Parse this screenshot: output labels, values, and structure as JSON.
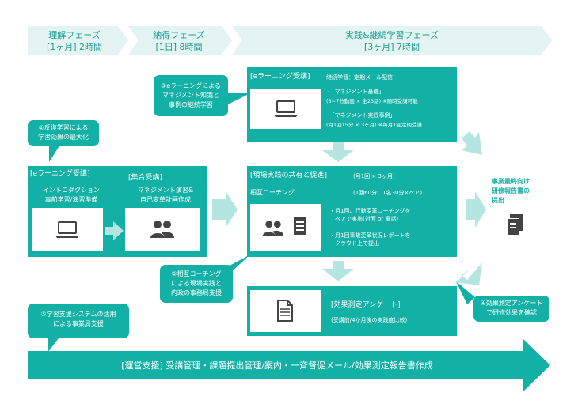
{
  "phases": [
    {
      "title": "理解フェーズ",
      "duration": "[1ヶ月] 2時間"
    },
    {
      "title": "納得フェーズ",
      "duration": "[1日] 8時間"
    },
    {
      "title": "実践&継続学習フェーズ",
      "duration": "[3ヶ月] 7時間"
    }
  ],
  "left_box": {
    "elearning_title": "[eラーニング受講]",
    "elearning_desc": "イントロダクション\n事前学習/演習準備",
    "group_title": "[集合受講]",
    "group_desc": "マネジメント演習&\n自己変革計画作成"
  },
  "elearning_top": {
    "title": "[eラーニング受講]",
    "subtitle": "継続学習：定期メール配信",
    "course1": "・「マネジメント基礎」",
    "course1_detail": "(3~7分動画 × 全23話) ※随時受講可能",
    "course2": "・「マネジメント実践事例」",
    "course2_detail": "(月1回15分 × 3ヶ月) ※毎月1回定期受講"
  },
  "practice_box": {
    "title": "[現場実践の共有と促進]",
    "schedule": "(月1回 × 3ヶ月)",
    "coaching_label": "相互コーチング",
    "coaching_detail": "(1回60分：1名30分×ペア)",
    "item1": "・月1回、行動変革コーチングを\n　ペアで実施(対面 or 電話)",
    "item2": "・月1回事故変革状況レポートを\n　クラウド上で提出"
  },
  "survey_box": {
    "title": "[効果測定アンケート]",
    "detail": "(受講前/4か月後の実践度比較)"
  },
  "report_label": "事業最終向け\n研修報告書の\n提出",
  "callouts": [
    "①反復学習による\n学習効果の最大化",
    "②相互コーチング\nによる現場実践と\n内政の事務局支援",
    "③eラーニングによる\nマネジメント知識と\n事例の継続学習",
    "④効果測定アンケート\nで研修効果を確認",
    "⑤学習支援システムの活用\nによる事業局支援"
  ],
  "bottom_banner": "[運営支援] 受講管理・課題提出管理/案内・一斉督促メール/効果測定報告書作成",
  "colors": {
    "teal": "#13b0a5",
    "phase_bg": "#e4f4f2",
    "light_arrow": "#b5e5e1",
    "dark": "#444444"
  },
  "icons": [
    "laptop-icon",
    "people-icon",
    "document-icon",
    "report-icon"
  ]
}
